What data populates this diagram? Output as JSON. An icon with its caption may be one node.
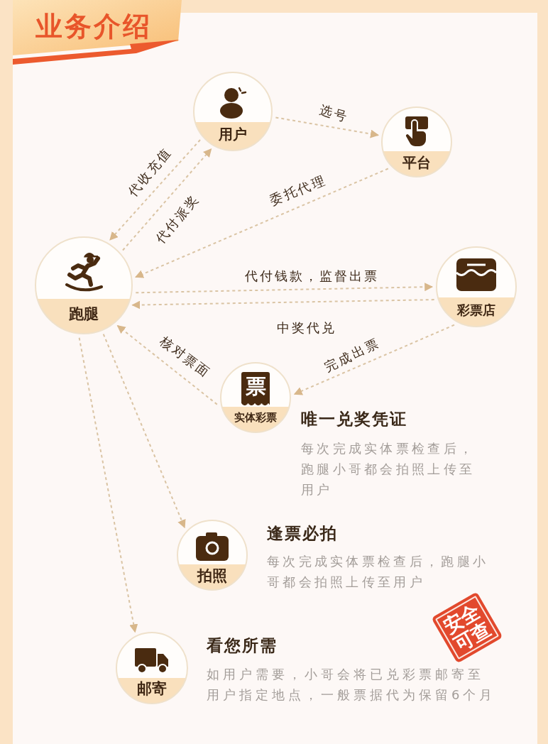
{
  "diagram": {
    "title": "业务介绍",
    "nodes": [
      {
        "text": [
          "用户"
        ]
      },
      {
        "text": [
          "平台"
        ]
      },
      {
        "text": [
          "跑腿"
        ]
      },
      {
        "text": [
          "彩票店"
        ]
      },
      {
        "text": [
          "票",
          "实体彩票"
        ],
        "beside": [
          "唯一兑奖凭证",
          "每次完成实体票检查后，跑腿小哥都会拍照上传至用户"
        ]
      },
      {
        "text": [
          "拍照"
        ],
        "beside": [
          "逢票必拍"
        ]
      },
      {
        "text": [
          "安全可查"
        ]
      },
      {
        "text": [
          "邮寄"
        ],
        "beside": [
          "看您所需"
        ]
      }
    ],
    "edges": [
      {
        "from": 0,
        "to": 1,
        "arrow": "to",
        "label": "选号"
      },
      {
        "from": 0,
        "to": 2,
        "arrow": "to",
        "label": "代收充值"
      },
      {
        "from": 2,
        "to": 0,
        "arrow": "to",
        "label": "代付派奖"
      },
      {
        "from": 1,
        "to": 2,
        "arrow": "to",
        "label": "委托代理"
      },
      {
        "from": 2,
        "to": 3,
        "arrow": "to",
        "label": "代付钱款，监督出票"
      },
      {
        "from": 3,
        "to": 2,
        "arrow": "to",
        "label": "中奖代兑"
      },
      {
        "from": 3,
        "to": 4,
        "arrow": "to",
        "label": "完成出票"
      },
      {
        "from": 4,
        "to": 2,
        "arrow": "to",
        "label": "核对票面"
      },
      {
        "from": 2,
        "to": 5,
        "arrow": "to"
      },
      {
        "from": 2,
        "to": 7,
        "arrow": "to"
      }
    ],
    "labels": [
      "每次完成实体票检查后，跑腿小哥都会拍照上传至用户",
      "如用户需要，小哥会将已兑彩票邮寄至用户指定地点，一般票据代为保留6个月"
    ]
  }
}
